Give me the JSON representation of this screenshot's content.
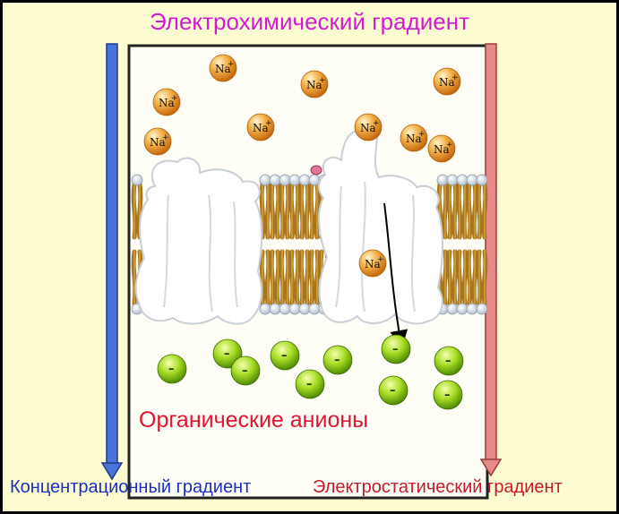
{
  "title": "Электрохимический градиент",
  "labels": {
    "anions": "Органические анионы",
    "concentration_gradient": "Концентрационный градиент",
    "electrostatic_gradient": "Электростатический градиент"
  },
  "ions": {
    "sodium_symbol": "Na",
    "sodium_charge": "+",
    "anion_charge": "–"
  },
  "colors": {
    "title": "#d21ad2",
    "concentration_arrow": "#4a73d9",
    "electrostatic_arrow": "#e88a8a",
    "sodium_ion": "#f0a030",
    "anion": "#8cd21a",
    "background": "#fefdd1"
  }
}
